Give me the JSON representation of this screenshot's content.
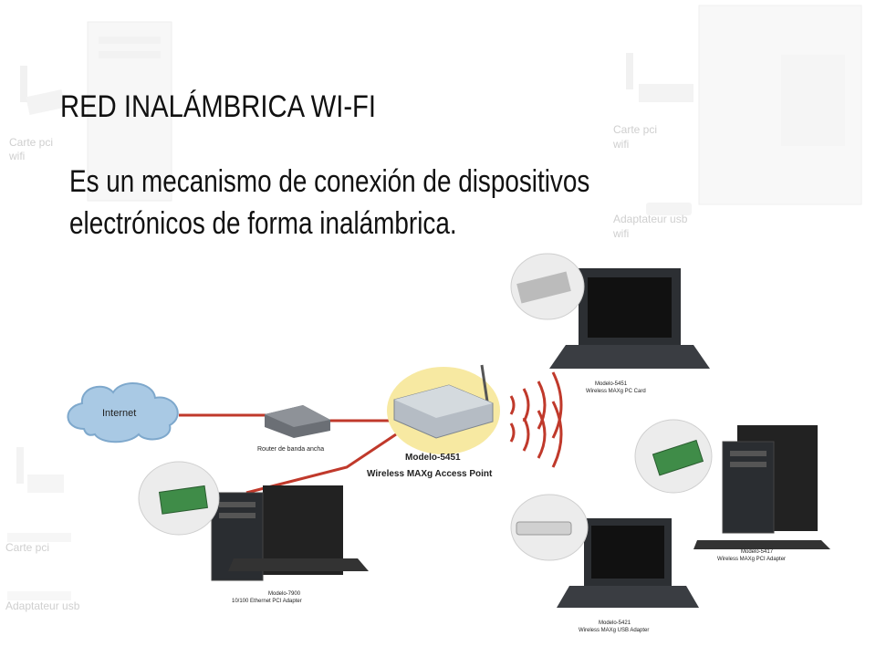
{
  "slide": {
    "title": "RED INALÁMBRICA WI-FI",
    "body_line_1": "Es un mecanismo de conexión de dispositivos",
    "body_line_2": "electrónicos de forma inalámbrica."
  },
  "diagram": {
    "cloud_label": "Internet",
    "router_label": "Router de banda ancha",
    "ap_label_1": "Modelo-5451",
    "ap_label_2": "Wireless MAXg Access Point",
    "laptop_top_label_1": "Modelo-5451",
    "laptop_top_label_2": "Wireless MAXg PC Card",
    "desktop_right_label_1": "Modelo-5417",
    "desktop_right_label_2": "Wireless MAXg PCI Adapter",
    "laptop_bottom_label_1": "Modelo-5421",
    "laptop_bottom_label_2": "Wireless MAXg USB Adapter",
    "desktop_left_label_1": "Modelo-7900",
    "desktop_left_label_2": "10/100 Ethernet PCI Adapter"
  },
  "background": {
    "ghost_label_1": "Carte pci",
    "ghost_label_2": "wifi",
    "ghost_label_3": "Adaptateur usb",
    "ghost_label_4": "wifi"
  },
  "colors": {
    "cable": "#c0392b",
    "wave": "#c0392b",
    "cloud": "#a9c9e4",
    "faded_bg": "#e9e9e9"
  }
}
